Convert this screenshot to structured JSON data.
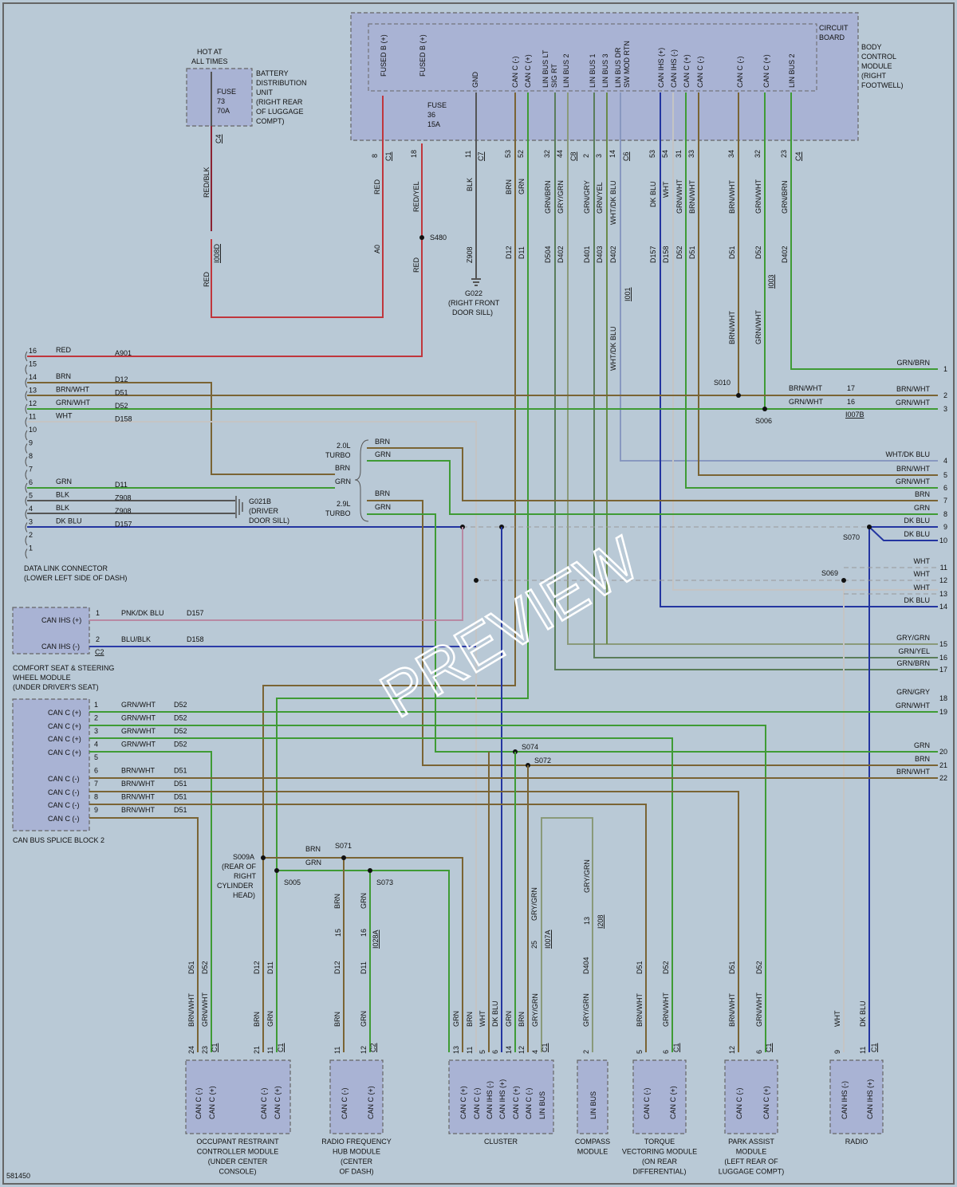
{
  "figure_id": "581450",
  "watermark": "PREVIEW",
  "bcm": {
    "circuit_board": [
      "CIRCUIT",
      "BOARD"
    ],
    "name": [
      "BODY",
      "CONTROL",
      "MODULE",
      "(RIGHT",
      "FOOTWELL)"
    ],
    "pins": [
      "FUSED B (+)",
      "FUSED B (+)",
      "GND",
      "CAN C (-)",
      "CAN C (+)",
      "LIN BUS LT",
      "SIG RT",
      "LIN BUS 2",
      "LIN BUS 1",
      "LIN BUS 3",
      "LIN BUS DR",
      "SW MOD RTN",
      "CAN IHS (+)",
      "CAN IHS (-)",
      "CAN C (+)",
      "CAN C (-)",
      "CAN C (-)",
      "CAN C (+)",
      "LIN BUS 2"
    ],
    "fuse": [
      "FUSE",
      "36",
      "15A"
    ],
    "conn_nums": [
      "8",
      "18",
      "11",
      "53",
      "52",
      "32",
      "44",
      "2",
      "3",
      "14",
      "53",
      "54",
      "31",
      "33",
      "34",
      "32",
      "23"
    ],
    "conns": [
      "C1",
      "C7",
      "C8",
      "C6",
      "C4"
    ]
  },
  "bdu": {
    "hot": [
      "HOT AT",
      "ALL TIMES"
    ],
    "fuse": [
      "FUSE",
      "73",
      "70A"
    ],
    "name": [
      "BATTERY",
      "DISTRIBUTION",
      "UNIT",
      "(RIGHT REAR",
      "OF LUGGAGE",
      "COMPT)"
    ],
    "conn": "C4"
  },
  "wires_top": [
    "RED/BLK",
    "RED",
    "RED/YEL",
    "RED",
    "BLK",
    "BRN",
    "GRN",
    "GRN/BRN",
    "GRY/GRN",
    "GRN/GRY",
    "GRN/YEL",
    "WHT/DK BLU",
    "DK BLU",
    "WHT",
    "GRN/WHT",
    "BRN/WHT",
    "BRN/WHT",
    "GRN/WHT",
    "GRN/BRN",
    "WHT/DK BLU",
    "BRN/WHT",
    "GRN/WHT"
  ],
  "circuits_top": [
    "A0",
    "Z908",
    "D12",
    "D11",
    "D504",
    "D402",
    "D401",
    "D403",
    "D402",
    "D157",
    "D158",
    "D52",
    "D51",
    "D51",
    "D52",
    "D402"
  ],
  "inline": [
    "I008D",
    "I001",
    "I003",
    "I007B",
    "I007A",
    "I028A",
    "I208"
  ],
  "ground_g022": [
    "G022",
    "(RIGHT FRONT",
    "DOOR SILL)"
  ],
  "ground_g021b": [
    "G021B",
    "(DRIVER",
    "DOOR SILL)"
  ],
  "splices": [
    "S480",
    "S010",
    "S006",
    "S070",
    "S069",
    "S074",
    "S072",
    "S071",
    "S073",
    "S009A",
    "S005"
  ],
  "s009a_desc": [
    "(REAR OF",
    "RIGHT",
    "CYLINDER",
    "HEAD)"
  ],
  "dlc": {
    "name": [
      "DATA LINK CONNECTOR",
      "(LOWER LEFT SIDE OF DASH)"
    ],
    "pins": [
      {
        "n": "16",
        "color": "RED",
        "circuit": "A901"
      },
      {
        "n": "15",
        "color": "",
        "circuit": ""
      },
      {
        "n": "14",
        "color": "BRN",
        "circuit": "D12"
      },
      {
        "n": "13",
        "color": "BRN/WHT",
        "circuit": "D51"
      },
      {
        "n": "12",
        "color": "GRN/WHT",
        "circuit": "D52"
      },
      {
        "n": "11",
        "color": "WHT",
        "circuit": "D158"
      },
      {
        "n": "10",
        "color": "",
        "circuit": ""
      },
      {
        "n": "9",
        "color": "",
        "circuit": ""
      },
      {
        "n": "8",
        "color": "",
        "circuit": ""
      },
      {
        "n": "7",
        "color": "",
        "circuit": ""
      },
      {
        "n": "6",
        "color": "GRN",
        "circuit": "D11"
      },
      {
        "n": "5",
        "color": "BLK",
        "circuit": "Z908"
      },
      {
        "n": "4",
        "color": "BLK",
        "circuit": "Z908"
      },
      {
        "n": "3",
        "color": "DK BLU",
        "circuit": "D157"
      },
      {
        "n": "2",
        "color": "",
        "circuit": ""
      },
      {
        "n": "1",
        "color": "",
        "circuit": ""
      }
    ]
  },
  "engine_opts": {
    "a": [
      "2.0L",
      "TURBO"
    ],
    "a_wires": [
      "BRN",
      "GRN",
      "BRN",
      "GRN"
    ],
    "b": [
      "2.9L",
      "TURBO"
    ],
    "b_wires": [
      "BRN",
      "GRN"
    ]
  },
  "right_refs": [
    {
      "n": "1",
      "label": "GRN/BRN"
    },
    {
      "n": "2",
      "label": "BRN/WHT"
    },
    {
      "n": "3",
      "label": "GRN/WHT"
    },
    {
      "n": "4",
      "label": "WHT/DK BLU"
    },
    {
      "n": "5",
      "label": "BRN/WHT"
    },
    {
      "n": "6",
      "label": "GRN/WHT"
    },
    {
      "n": "7",
      "label": "BRN"
    },
    {
      "n": "8",
      "label": "GRN"
    },
    {
      "n": "9",
      "label": "DK BLU"
    },
    {
      "n": "10",
      "label": "DK BLU"
    },
    {
      "n": "11",
      "label": "WHT"
    },
    {
      "n": "12",
      "label": "WHT"
    },
    {
      "n": "13",
      "label": "WHT"
    },
    {
      "n": "14",
      "label": "DK BLU"
    },
    {
      "n": "15",
      "label": "GRY/GRN"
    },
    {
      "n": "16",
      "label": "GRN/YEL"
    },
    {
      "n": "17",
      "label": "GRN/BRN"
    },
    {
      "n": "18",
      "label": "GRN/GRY"
    },
    {
      "n": "19",
      "label": "GRN/WHT"
    },
    {
      "n": "20",
      "label": "GRN"
    },
    {
      "n": "21",
      "label": "BRN"
    },
    {
      "n": "22",
      "label": "BRN/WHT"
    }
  ],
  "i007b_labels": [
    "BRN/WHT",
    "GRN/WHT",
    "17",
    "16"
  ],
  "comfort": {
    "pins": [
      "CAN IHS (+)",
      "CAN IHS (-)"
    ],
    "rows": [
      {
        "n": "1",
        "color": "PNK/DK BLU",
        "circuit": "D157"
      },
      {
        "n": "2",
        "color": "BLU/BLK",
        "circuit": "D158"
      }
    ],
    "conn": "C2",
    "name": [
      "COMFORT SEAT & STEERING",
      "WHEEL MODULE",
      "(UNDER DRIVER'S SEAT)"
    ]
  },
  "splice_block": {
    "name": "CAN BUS SPLICE BLOCK 2",
    "pins": [
      "CAN C (+)",
      "CAN C (+)",
      "CAN C (+)",
      "CAN C (+)",
      "CAN C (-)",
      "CAN C (-)",
      "CAN C (-)",
      "CAN C (-)"
    ],
    "rows": [
      {
        "n": "1",
        "color": "GRN/WHT",
        "circuit": "D52"
      },
      {
        "n": "2",
        "color": "GRN/WHT",
        "circuit": "D52"
      },
      {
        "n": "3",
        "color": "GRN/WHT",
        "circuit": "D52"
      },
      {
        "n": "4",
        "color": "GRN/WHT",
        "circuit": "D52"
      },
      {
        "n": "5",
        "color": "",
        "circuit": ""
      },
      {
        "n": "6",
        "color": "BRN/WHT",
        "circuit": "D51"
      },
      {
        "n": "7",
        "color": "BRN/WHT",
        "circuit": "D51"
      },
      {
        "n": "8",
        "color": "BRN/WHT",
        "circuit": "D51"
      },
      {
        "n": "9",
        "color": "BRN/WHT",
        "circuit": "D51"
      }
    ]
  },
  "s071_wires": [
    "BRN",
    "GRN"
  ],
  "bottom_modules": [
    {
      "name": [
        "OCCUPANT RESTRAINT",
        "CONTROLLER MODULE",
        "(UNDER CENTER",
        "CONSOLE)"
      ],
      "pins": [
        "CAN C (-)",
        "CAN C (+)",
        "CAN C (-)",
        "CAN C (+)"
      ]
    },
    {
      "name": [
        "RADIO FREQUENCY",
        "HUB MODULE",
        "(CENTER",
        "OF DASH)"
      ],
      "pins": [
        "CAN C (-)",
        "CAN C (+)"
      ]
    },
    {
      "name": [
        "CLUSTER"
      ],
      "pins": [
        "CAN C (+)",
        "CAN C (-)",
        "CAN IHS (-)",
        "CAN IHS (+)",
        "CAN C (+)",
        "CAN C (-)",
        "LIN BUS"
      ]
    },
    {
      "name": [
        "COMPASS",
        "MODULE"
      ],
      "pins": [
        "LIN BUS"
      ]
    },
    {
      "name": [
        "TORQUE",
        "VECTORING MODULE",
        "(ON REAR",
        "DIFFERENTIAL)"
      ],
      "pins": [
        "CAN C (-)",
        "CAN C (+)"
      ]
    },
    {
      "name": [
        "PARK ASSIST",
        "MODULE",
        "(LEFT REAR OF",
        "LUGGAGE COMPT)"
      ],
      "pins": [
        "CAN C (-)",
        "CAN C (+)"
      ]
    },
    {
      "name": [
        "RADIO"
      ],
      "pins": [
        "CAN IHS (-)",
        "CAN IHS (+)"
      ]
    }
  ],
  "bottom_drops": [
    {
      "circ": "D51",
      "color": "BRN/WHT",
      "pin": "24"
    },
    {
      "circ": "D52",
      "color": "GRN/WHT",
      "pin": "23"
    },
    {
      "circ": "D12",
      "color": "BRN",
      "pin": "21"
    },
    {
      "circ": "D11",
      "color": "GRN",
      "pin": "11"
    },
    {
      "circ": "D12",
      "color": "BRN",
      "pin": "11"
    },
    {
      "circ": "D11",
      "color": "GRN",
      "pin": "12"
    },
    {
      "circ": "",
      "color": "GRN",
      "pin": "13"
    },
    {
      "circ": "",
      "color": "BRN",
      "pin": "11"
    },
    {
      "circ": "",
      "color": "WHT",
      "pin": "5"
    },
    {
      "circ": "",
      "color": "DK BLU",
      "pin": "6"
    },
    {
      "circ": "",
      "color": "GRN",
      "pin": "14"
    },
    {
      "circ": "",
      "color": "BRN",
      "pin": "12"
    },
    {
      "circ": "",
      "color": "GRY/GRN",
      "pin": "4"
    },
    {
      "circ": "D404",
      "color": "GRY/GRN",
      "pin": "2"
    },
    {
      "circ": "D51",
      "color": "BRN/WHT",
      "pin": "5"
    },
    {
      "circ": "D52",
      "color": "GRN/WHT",
      "pin": "6"
    },
    {
      "circ": "D51",
      "color": "BRN/WHT",
      "pin": "12"
    },
    {
      "circ": "D52",
      "color": "GRN/WHT",
      "pin": "6"
    },
    {
      "circ": "",
      "color": "WHT",
      "pin": "9"
    },
    {
      "circ": "",
      "color": "DK BLU",
      "pin": "11"
    }
  ],
  "bottom_conns": [
    "C1",
    "C2",
    "C1",
    "C1",
    "C1",
    "C1",
    "C1"
  ],
  "inline_pins": [
    "25",
    "15",
    "16",
    "13",
    "GRY/GRN",
    "GRY/GRN"
  ]
}
